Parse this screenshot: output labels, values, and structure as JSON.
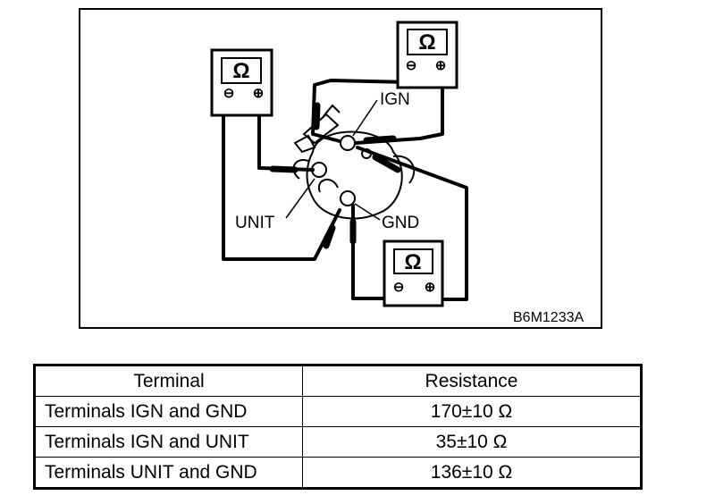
{
  "diagram": {
    "labels": {
      "ign": "IGN",
      "unit": "UNIT",
      "gnd": "GND",
      "code": "B6M1233A"
    },
    "meters": [
      {
        "symbol": "Ω",
        "neg": "⊖",
        "pos": "⊕"
      },
      {
        "symbol": "Ω",
        "neg": "⊖",
        "pos": "⊕"
      },
      {
        "symbol": "Ω",
        "neg": "⊖",
        "pos": "⊕"
      }
    ]
  },
  "table": {
    "headers": [
      "Terminal",
      "Resistance"
    ],
    "rows": [
      [
        "Terminals IGN and GND",
        "170±10 Ω"
      ],
      [
        "Terminals IGN and UNIT",
        "35±10 Ω"
      ],
      [
        "Terminals UNIT and GND",
        "136±10 Ω"
      ]
    ]
  }
}
